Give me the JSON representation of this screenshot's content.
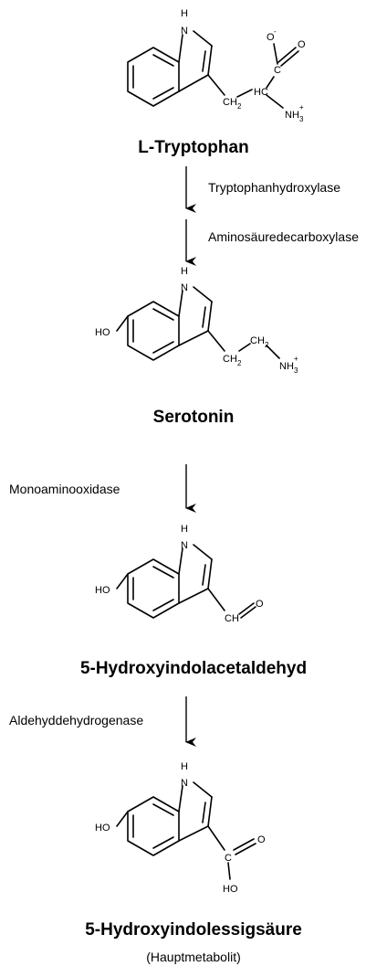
{
  "compounds": [
    {
      "name": "L-Tryptophan"
    },
    {
      "name": "Serotonin"
    },
    {
      "name": "5-Hydroxyindolacetaldehyd"
    },
    {
      "name": "5-Hydroxyindolessigsäure",
      "note": "(Hauptmetabolit)"
    }
  ],
  "enzymes": [
    "Tryptophanhydroxylase",
    "Aminosäuredecarboxylase",
    "Monoaminooxidase",
    "Aldehyddehydrogenase"
  ],
  "atoms": {
    "H": "H",
    "HO": "HO",
    "O": "O",
    "O_minus": "O",
    "minus": "-",
    "C": "C",
    "CH": "CH",
    "HC": "HC",
    "CH2": "CH",
    "two": "2",
    "NH3": "NH",
    "three": "3",
    "plus": "+"
  }
}
